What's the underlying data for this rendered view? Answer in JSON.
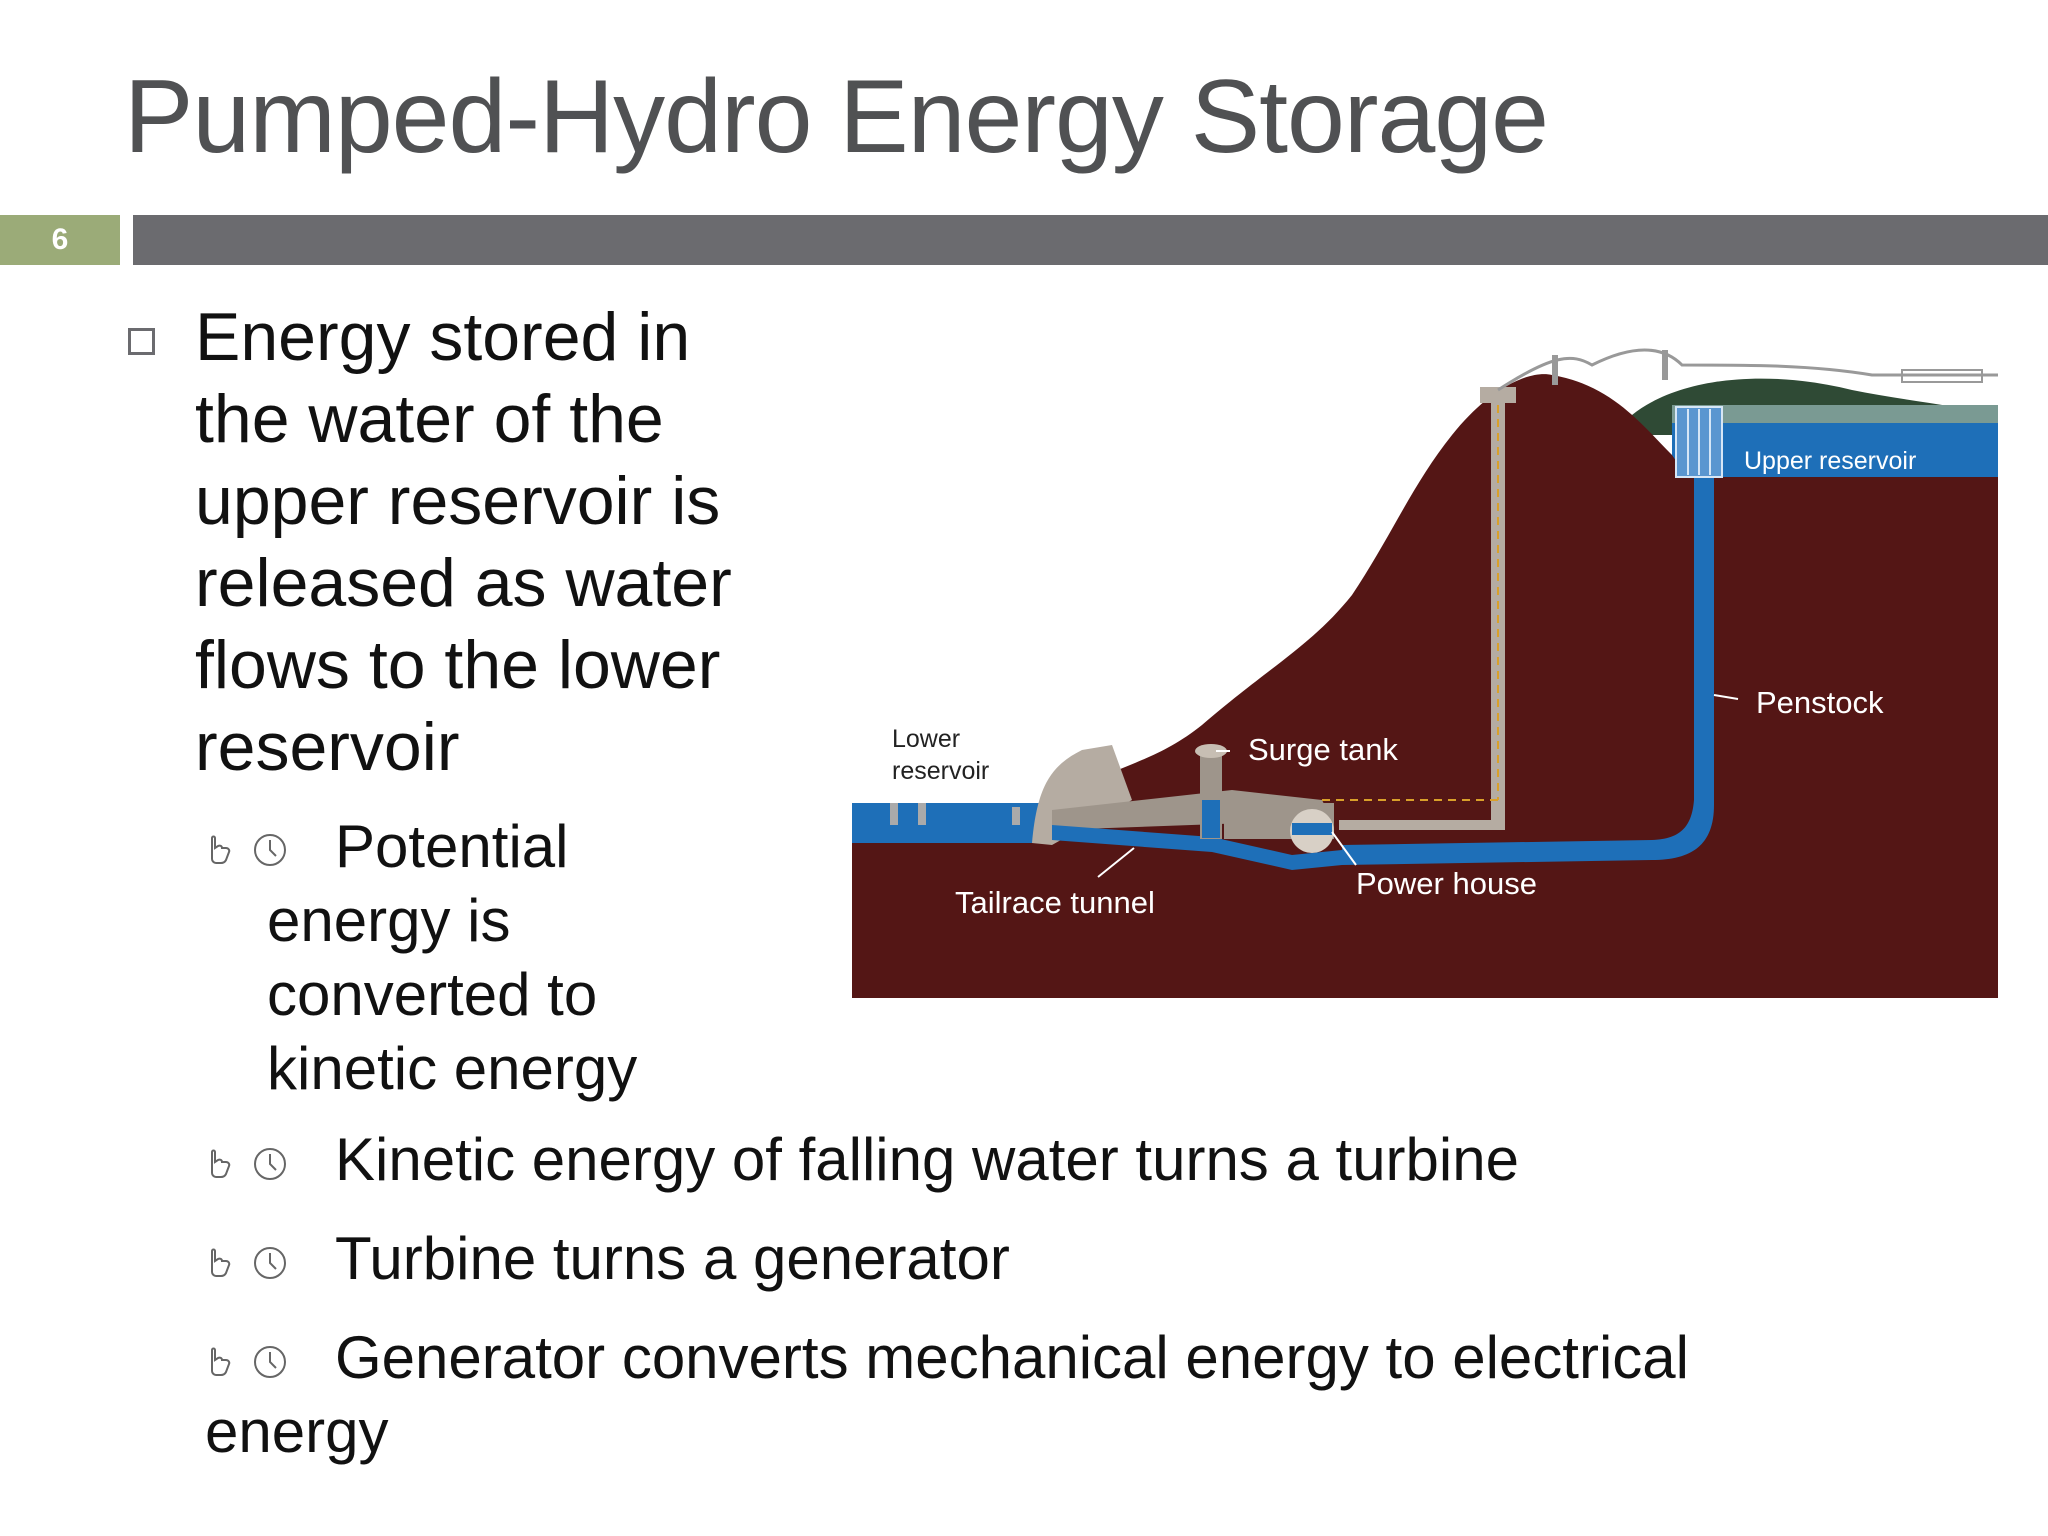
{
  "slide": {
    "title": "Pumped-Hydro Energy Storage",
    "number": "6"
  },
  "colors": {
    "title_bar": "#6b6b6f",
    "number_box": "#9bab78",
    "ground": "#541615",
    "water": "#1e6fb8",
    "hill_green": "#2f4a35"
  },
  "bullets": {
    "main": "Energy stored in the water of the upper reservoir is released as water flows to the lower reservoir",
    "sub": [
      "Potential energy is converted to kinetic energy",
      "Kinetic energy of falling water turns a turbine",
      "Turbine turns a generator",
      "Generator converts mechanical energy to electrical energy"
    ],
    "sub_icons": [
      "hand-pointer-icon",
      "clock-icon"
    ]
  },
  "diagram": {
    "labels": {
      "upper_reservoir": "Upper reservoir",
      "penstock": "Penstock",
      "surge_tank": "Surge tank",
      "lower_reservoir": "Lower reservoir",
      "power_house": "Power house",
      "tailrace_tunnel": "Tailrace tunnel"
    }
  }
}
